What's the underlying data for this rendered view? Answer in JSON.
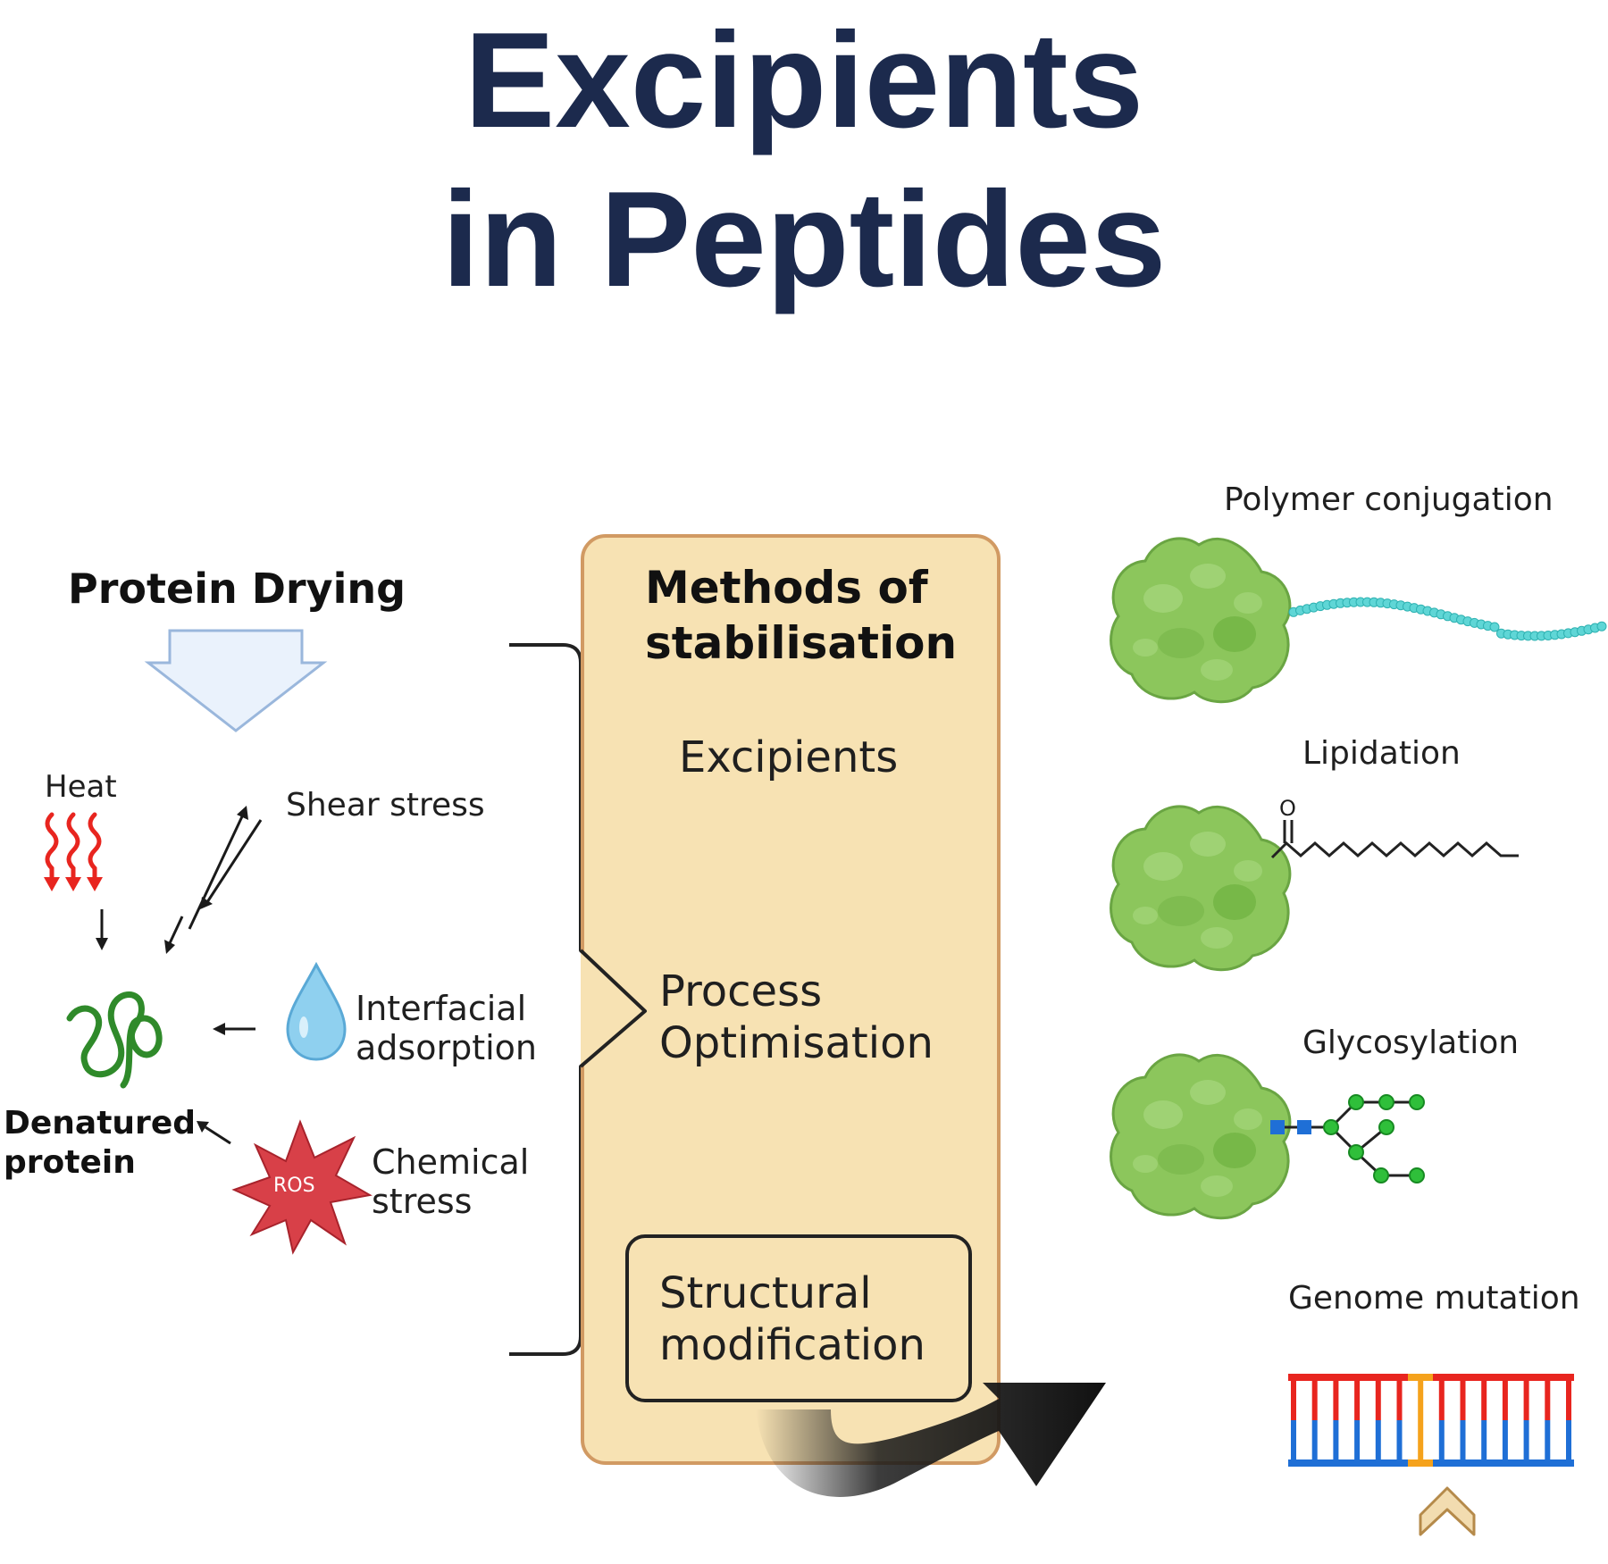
{
  "title": {
    "line1": "Excipients",
    "line2": "in Peptides"
  },
  "left": {
    "heading": "Protein Drying",
    "heat": "Heat",
    "shear": "Shear stress",
    "interfacial": [
      "Interfacial",
      "adsorption"
    ],
    "chemical": [
      "Chemical",
      "stress"
    ],
    "ros": "ROS",
    "denatured": [
      "Denatured",
      "protein"
    ]
  },
  "center": {
    "heading": [
      "Methods of",
      "stabilisation"
    ],
    "excipients": "Excipients",
    "process": [
      "Process",
      "Optimisation"
    ],
    "structural": [
      "Structural",
      "modification"
    ]
  },
  "right": {
    "polymer": "Polymer conjugation",
    "lipidation": "Lipidation",
    "carbonyl_o": "O",
    "glycosylation": "Glycosylation",
    "genome": "Genome mutation"
  },
  "colors": {
    "title": "#1c2a4d",
    "panel_fill": "#f7e2b3",
    "panel_border": "#d19a63",
    "protein": "#8cc65c",
    "polymer": "#5fd6d6",
    "heat": "#e8251f",
    "ros": "#d84048",
    "denatured": "#2f8a2a",
    "droplet": "#8fd0ef"
  }
}
